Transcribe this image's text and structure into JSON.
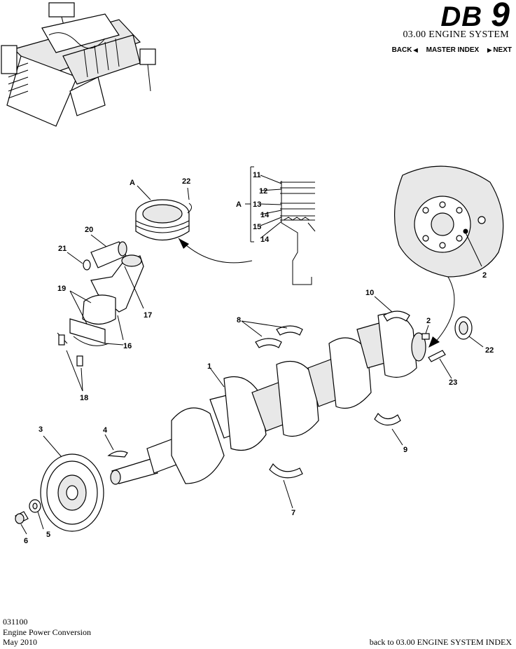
{
  "header": {
    "brand_prefix": "DB",
    "brand_number": "9",
    "section_title": "03.00 ENGINE SYSTEM",
    "nav": {
      "back": "BACK",
      "master_index": "MASTER INDEX",
      "next": "NEXT"
    }
  },
  "callouts": [
    "1",
    "2",
    "2",
    "3",
    "4",
    "5",
    "6",
    "7",
    "8",
    "9",
    "10",
    "11",
    "12",
    "13",
    "14",
    "14",
    "15",
    "16",
    "17",
    "18",
    "19",
    "20",
    "21",
    "22",
    "22",
    "23",
    "A",
    "A"
  ],
  "footer": {
    "code": "031100",
    "title": "Engine Power Conversion",
    "date": "May 2010",
    "back_link": "back to 03.00 ENGINE SYSTEM INDEX"
  }
}
